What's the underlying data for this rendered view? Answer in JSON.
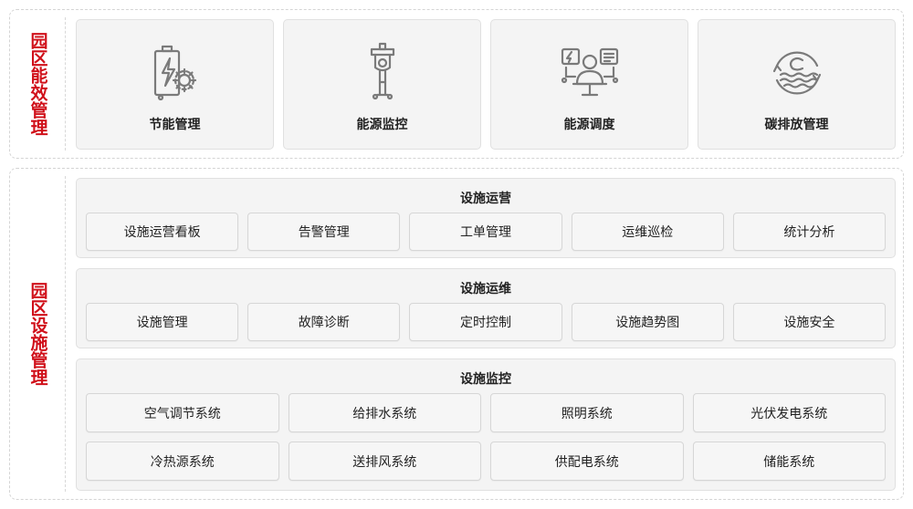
{
  "energy": {
    "title": "园区能效管理",
    "cards": [
      {
        "label": "节能管理",
        "icon": "battery-gear-icon"
      },
      {
        "label": "能源监控",
        "icon": "sensor-pole-icon"
      },
      {
        "label": "能源调度",
        "icon": "dispatch-operator-icon"
      },
      {
        "label": "碳排放管理",
        "icon": "carbon-emission-icon"
      }
    ]
  },
  "facility": {
    "title": "园区设施管理",
    "operations": {
      "title": "设施运营",
      "items": [
        "设施运营看板",
        "告警管理",
        "工单管理",
        "运维巡检",
        "统计分析"
      ]
    },
    "maintenance": {
      "title": "设施运维",
      "items": [
        "设施管理",
        "故障诊断",
        "定时控制",
        "设施趋势图",
        "设施安全"
      ]
    },
    "monitoring": {
      "title": "设施监控",
      "row1": [
        "空气调节系统",
        "给排水系统",
        "照明系统",
        "光伏发电系统"
      ],
      "row2": [
        "冷热源系统",
        "送排风系统",
        "供配电系统",
        "储能系统"
      ]
    }
  },
  "colors": {
    "accent": "#d0101a",
    "card_bg": "#f4f4f4",
    "icon_stroke": "#7a7a7a"
  }
}
